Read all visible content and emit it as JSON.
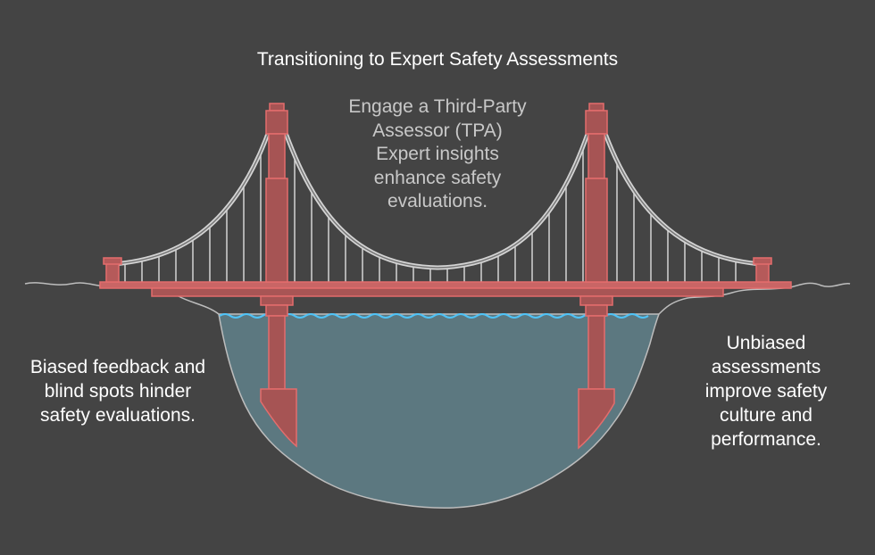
{
  "title": "Transitioning to Expert Safety Assessments",
  "bridge": {
    "heading_lines": [
      "Engage a Third-Party",
      "Assessor (TPA)"
    ],
    "caption_lines": [
      "Expert insights",
      "enhance safety",
      "evaluations."
    ]
  },
  "left": {
    "lines": [
      "Biased feedback and",
      "blind spots hinder",
      "safety evaluations."
    ]
  },
  "right": {
    "lines": [
      "Unbiased",
      "assessments",
      "improve safety",
      "culture and",
      "performance."
    ]
  },
  "colors": {
    "background": "#444444",
    "bridge": "#e36d6d",
    "cable": "#d4d4d4",
    "water": "#5c7880",
    "wave": "#4fc3f7",
    "text": "#ffffff",
    "muted_text": "#c8c8c8"
  }
}
